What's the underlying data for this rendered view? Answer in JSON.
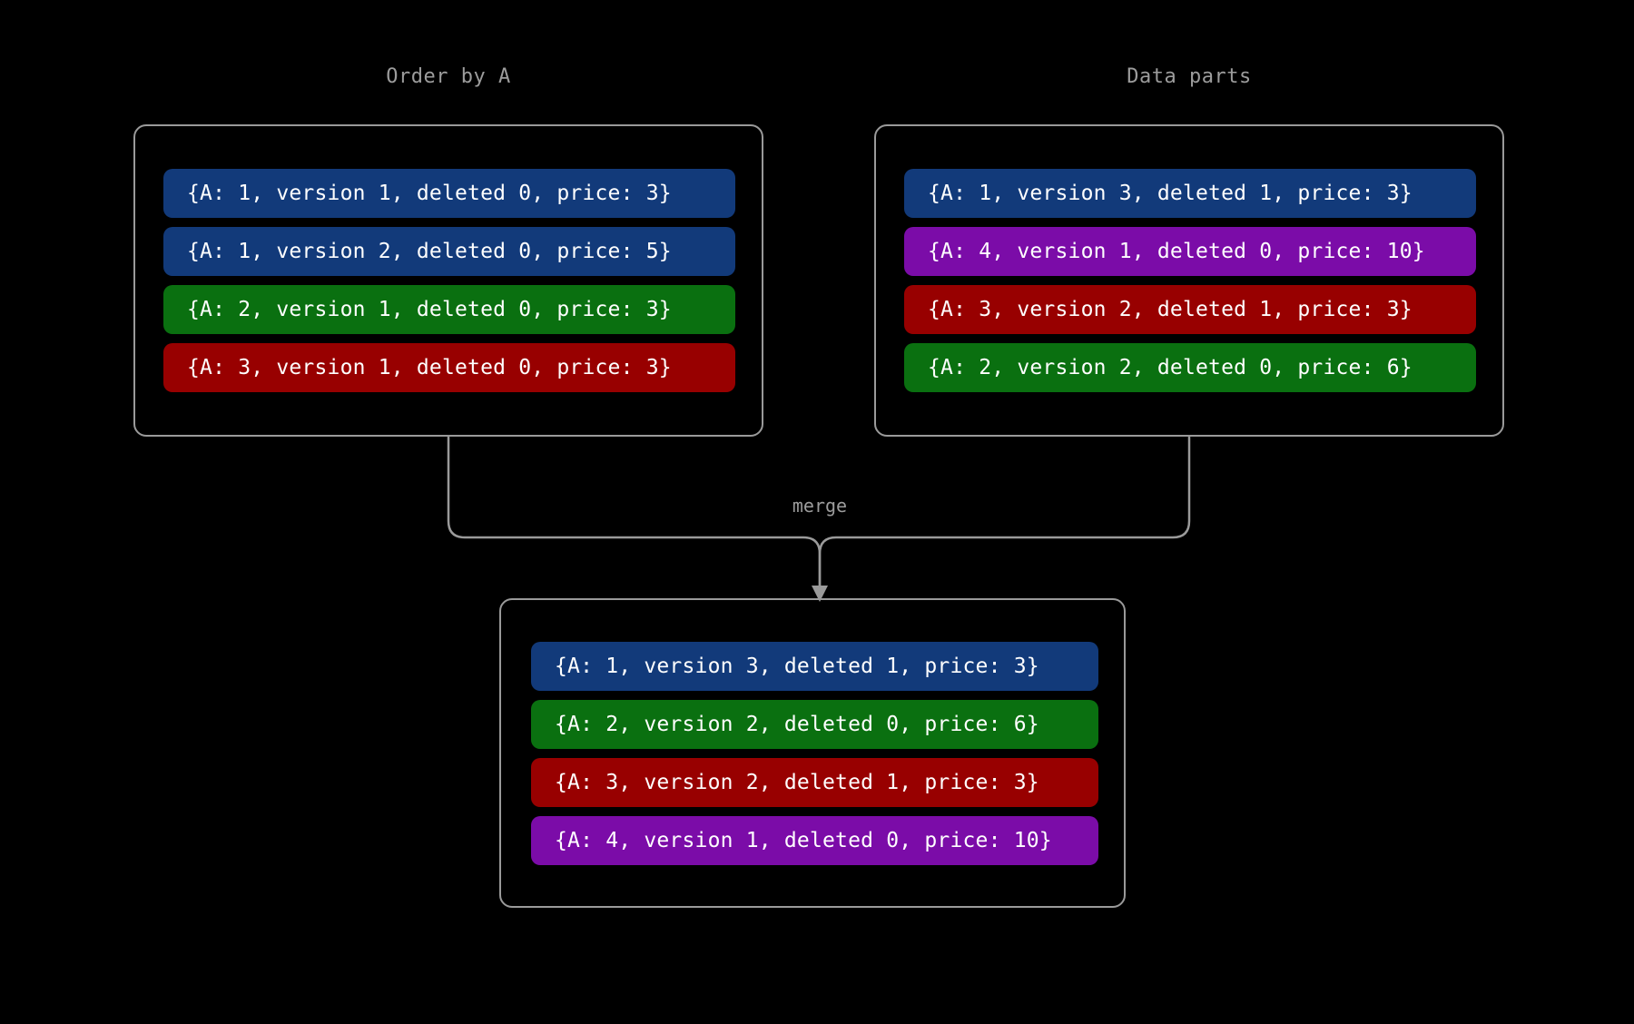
{
  "canvas": {
    "background": "#000000",
    "line_color": "#9a9a9a",
    "text_color": "#ffffff",
    "label_color": "#9c9c9c"
  },
  "colors": {
    "blue": "#123a7a",
    "green": "#0a7010",
    "red": "#980000",
    "purple": "#7b0ca8"
  },
  "panels": {
    "order_by_a": {
      "title": "Order by A",
      "rows": [
        {
          "text": "{A: 1, version 1, deleted 0, price: 3}",
          "color": "blue"
        },
        {
          "text": "{A: 1, version 2, deleted 0, price: 5}",
          "color": "blue"
        },
        {
          "text": "{A: 2, version 1, deleted 0, price: 3}",
          "color": "green"
        },
        {
          "text": "{A: 3, version 1, deleted 0, price: 3}",
          "color": "red"
        }
      ]
    },
    "data_parts": {
      "title": "Data parts",
      "rows": [
        {
          "text": "{A: 1, version 3, deleted 1, price: 3}",
          "color": "blue"
        },
        {
          "text": "{A: 4, version 1, deleted 0, price: 10}",
          "color": "purple"
        },
        {
          "text": "{A: 3, version 2, deleted 1, price: 3}",
          "color": "red"
        },
        {
          "text": "{A: 2, version 2, deleted 0, price: 6}",
          "color": "green"
        }
      ]
    },
    "merged": {
      "title": "",
      "rows": [
        {
          "text": "{A: 1, version 3, deleted 1, price: 3}",
          "color": "blue"
        },
        {
          "text": "{A: 2, version 2, deleted 0, price: 6}",
          "color": "green"
        },
        {
          "text": "{A: 3, version 2, deleted 1, price: 3}",
          "color": "red"
        },
        {
          "text": "{A: 4, version 1, deleted 0, price: 10}",
          "color": "purple"
        }
      ]
    }
  },
  "connector": {
    "label": "merge"
  }
}
